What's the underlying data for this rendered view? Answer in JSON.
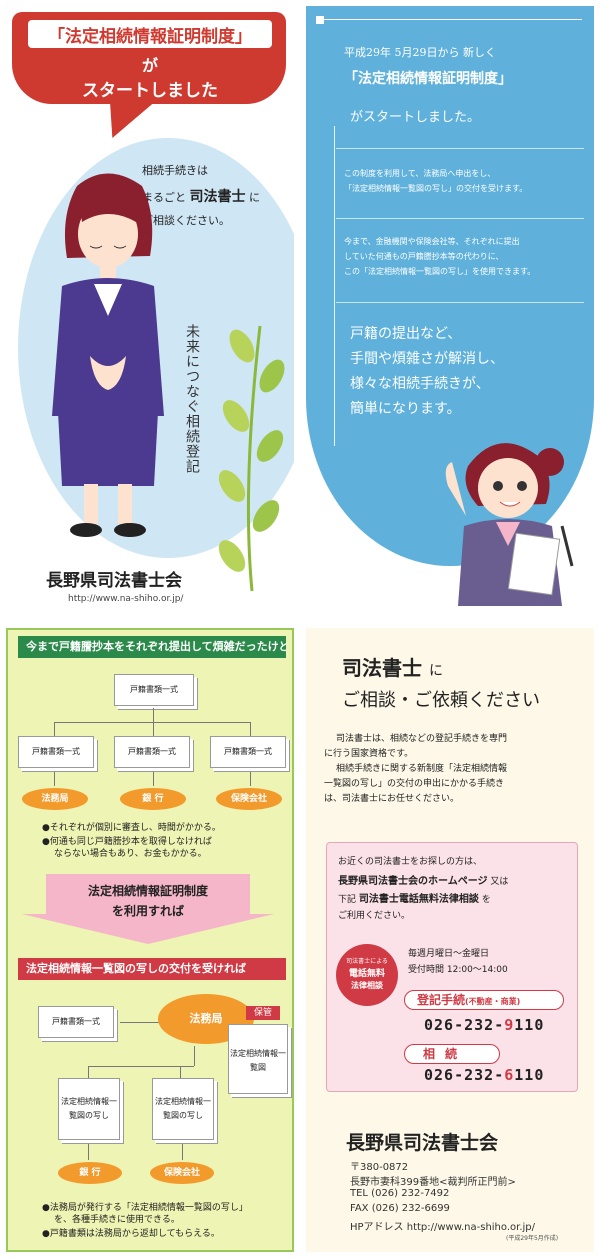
{
  "panel1": {
    "bubble_title": "「法定相続情報証明制度」",
    "bubble_ga": "が",
    "bubble_start": "スタートしました",
    "lead_line1": "相続手続きは",
    "lead_line2_pre": "まるごと",
    "lead_line2_strong": "司法書士",
    "lead_line2_post": "に",
    "lead_line3": "ご相談ください。",
    "vertical_text": "未来につなぐ相続登記",
    "org_name": "長野県司法書士会",
    "url": "http://www.na-shiho.or.jp/"
  },
  "panel2": {
    "date_line": "平成29年 5月29日から 新しく",
    "system_name": "「法定相続情報証明制度」",
    "started": "がスタートしました。",
    "para1_line1": "この制度を利用して、法務局へ申出をし、",
    "para1_line2": "「法定相続情報一覧図の写し」の交付を受けます。",
    "para2_line1": "今まで、金融機関や保険会社等、それぞれに提出",
    "para2_line2": "していた何通もの戸籍謄抄本等の代わりに、",
    "para2_line3": "この「法定相続情報一覧図の写し」を使用できます。",
    "benefit_line1": "戸籍の提出など、",
    "benefit_line2": "手間や煩雑さが解消し、",
    "benefit_line3": "様々な相続手続きが、",
    "benefit_line4": "簡単になります。"
  },
  "panel3": {
    "header_before": "今まで戸籍謄抄本をそれぞれ提出して煩雑だったけど…",
    "doc_set": "戸籍書類一式",
    "dest_houmu": "法務局",
    "dest_bank": "銀 行",
    "dest_insurance": "保険会社",
    "note1_line1": "●それぞれが個別に審査し、時間がかかる。",
    "note2_line1": "●何通も同じ戸籍謄抄本を取得しなければ",
    "note2_line2": "ならない場合もあり、お金もかかる。",
    "arrow_line1": "法定相続情報証明制度",
    "arrow_line2": "を利用すれば",
    "header_after": "法定相続情報一覧図の写しの交付を受ければ",
    "houmu_big": "法務局",
    "hokan": "保管",
    "ichiran": "法定相続情報一覧図",
    "ichiran_copy": "法定相続情報一覧図の写し",
    "note3_line1": "●法務局が発行する「法定相続情報一覧図の写し」",
    "note3_line2": "を、各種手続きに使用できる。",
    "note4_line1": "●戸籍書類は法務局から返却してもらえる。"
  },
  "panel4": {
    "heading1": "司法書士",
    "heading1_ni": "に",
    "heading2": "ご相談・ご依頼ください",
    "body_line1": "司法書士は、相続などの登記手続きを専門",
    "body_line2": "に行う国家資格です。",
    "body_line3": "相続手続きに関する新制度「法定相続情報",
    "body_line4": "一覧図の写し」の交付の申出にかかる手続き",
    "body_line5": "は、司法書士にお任せください。",
    "find_line1": "お近くの司法書士をお探しの方は、",
    "find_line2_strong": "長野県司法書士会のホームページ",
    "find_line2_post": "又は",
    "find_line3_pre": "下記",
    "find_line3_strong": "司法書士電話無料法律相談",
    "find_line3_post": "を",
    "find_line4": "ご利用ください。",
    "badge_line1": "司法書士による",
    "badge_line2": "電話無料",
    "badge_line3": "法律相談",
    "hours_line1": "毎週月曜日～金曜日",
    "hours_line2": "受付時間 12:00～14:00",
    "touki_label": "登記手続",
    "touki_sub": "(不動産・商業)",
    "touki_tel_pre": "026-232-",
    "touki_tel_hi": "9",
    "touki_tel_post": "110",
    "souzoku_label": "相続",
    "souzoku_tel_pre": "026-232-",
    "souzoku_tel_hi": "6",
    "souzoku_tel_post": "110",
    "org_name": "長野県司法書士会",
    "postal": "〒380-0872",
    "address": "長野市妻科399番地<裁判所正門前>",
    "tel": "TEL (026) 232-7492",
    "fax": "FAX (026) 232-6699",
    "hp": "HPアドレス http://www.na-shiho.or.jp/",
    "made_note": "(平成29年5月作成)"
  },
  "colors": {
    "red": "#cf3a30",
    "sky": "#5fb1db",
    "green": "#2b8a4a",
    "orange": "#f39a2c",
    "pink": "#f4b6c8"
  }
}
